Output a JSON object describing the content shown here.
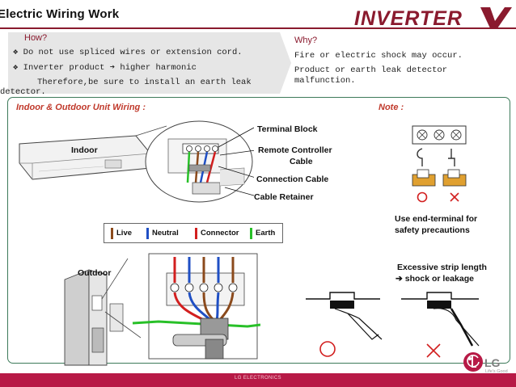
{
  "header": {
    "title": "Electric Wiring Work",
    "brand": "INVERTER V"
  },
  "how": {
    "label": "How?",
    "line1": "Do not use spliced wires or extension cord.",
    "line2_a": "Inverter product",
    "line2_b": "higher harmonic",
    "line3": "Therefore,be sure to install an earth leak",
    "line4": "detector."
  },
  "why": {
    "label": "Why?",
    "line1": "Fire or electric shock may occur.",
    "line2": "Product or earth leak detector",
    "line3": "malfunction."
  },
  "wiring": {
    "heading": "Indoor  & Outdoor Unit Wiring :",
    "indoor_label": "Indoor",
    "outdoor_label": "Outdoor",
    "terminal_block": "Terminal Block",
    "remote_cable_1": "Remote Controller",
    "remote_cable_2": "Cable",
    "connection_cable": "Connection Cable",
    "cable_retainer": "Cable Retainer"
  },
  "legend": [
    {
      "label": "Live",
      "color": "#8b4a1c"
    },
    {
      "label": "Neutral",
      "color": "#1f4fc4"
    },
    {
      "label": "Connector",
      "color": "#d21f1f"
    },
    {
      "label": "Earth",
      "color": "#28c028"
    }
  ],
  "note": {
    "heading": "Note :",
    "end_terminal_1": "Use end-terminal for",
    "end_terminal_2": "safety precautions",
    "strip_1": "Excessive strip length",
    "strip_2": "shock or leakage"
  },
  "footer": {
    "company": "LG ELECTRONICS",
    "lg": "LG",
    "tagline": "Life's Good"
  },
  "colors": {
    "accent": "#8a1a2e",
    "footer": "#b71a46",
    "heading_red": "#c0392b",
    "panel_border": "#3d7a5a"
  }
}
